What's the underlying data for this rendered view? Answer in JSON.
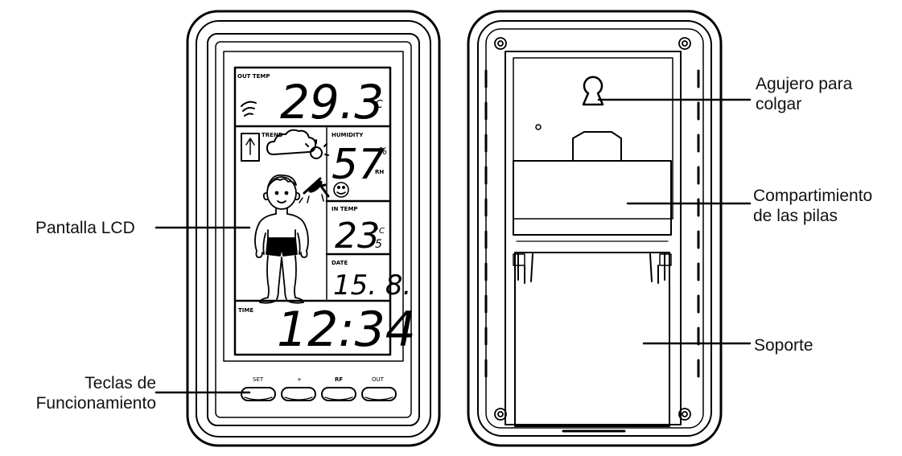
{
  "front": {
    "lcd": {
      "out_temp_label": "OUT TEMP",
      "out_temp_value": "29.3",
      "out_temp_unit": "°C",
      "trend_label": "TREND",
      "humidity_label": "HUMIDITY",
      "humidity_value": "57",
      "humidity_unit_pct": "%",
      "humidity_unit_rh": "RH",
      "in_temp_label": "IN TEMP",
      "in_temp_value": "23",
      "in_temp_decimal": "5",
      "in_temp_unit": "°C",
      "date_label": "DATE",
      "date_value": "15. 8.",
      "time_label": "TIME",
      "time_value": "12:34"
    },
    "buttons": [
      {
        "label": "SET"
      },
      {
        "label": "+"
      },
      {
        "label": "RF"
      },
      {
        "label": "OUT"
      }
    ]
  },
  "callouts": {
    "lcd_screen": "Pantalla LCD",
    "function_keys_line1": "Teclas de",
    "function_keys_line2": "Funcionamiento",
    "hanging_hole_line1": "Agujero para",
    "hanging_hole_line2": "colgar",
    "battery_line1": "Compartimiento",
    "battery_line2": "de las pilas",
    "stand": "Soporte"
  }
}
